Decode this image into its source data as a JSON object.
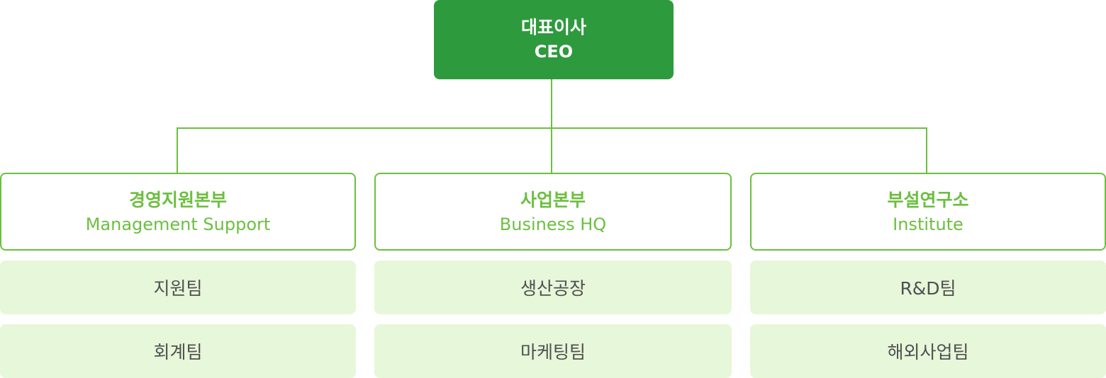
{
  "ceo": {
    "title_ko": "대표이사",
    "title_en": "CEO"
  },
  "departments": [
    {
      "title_ko": "경영지원본부",
      "title_en": "Management Support",
      "teams": [
        "지원팀",
        "회계팀"
      ]
    },
    {
      "title_ko": "사업본부",
      "title_en": "Business HQ",
      "teams": [
        "생산공장",
        "마케팅팀"
      ]
    },
    {
      "title_ko": "부설연구소",
      "title_en": "Institute",
      "teams": [
        "R&D팀",
        "해외사업팀"
      ]
    }
  ],
  "colors": {
    "ceo_bg": "#2e9a3e",
    "accent": "#6cbf3f",
    "team_bg": "#e6f7da",
    "team_text": "#505050"
  }
}
